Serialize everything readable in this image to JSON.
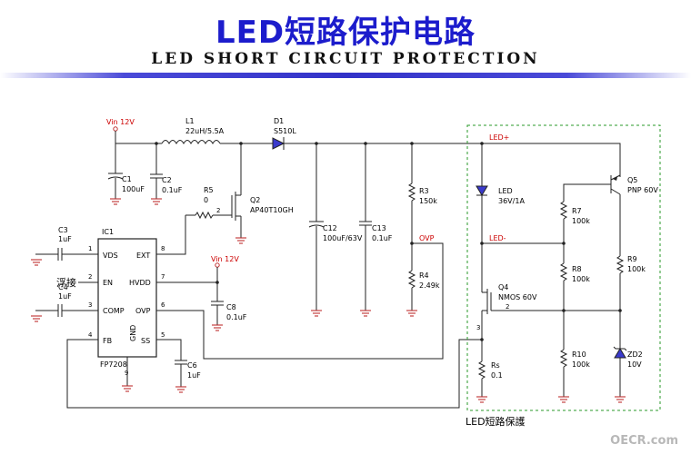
{
  "header": {
    "title_cn": "LED短路保护电路",
    "title_en": "LED SHORT CIRCUIT PROTECTION"
  },
  "schematic": {
    "vin_top": "Vin 12V",
    "vin_mid": "Vin 12V",
    "L1": {
      "ref": "L1",
      "value": "22uH/5.5A"
    },
    "D1": {
      "ref": "D1",
      "value": "S510L"
    },
    "C1": {
      "ref": "C1",
      "value": "100uF"
    },
    "C2": {
      "ref": "C2",
      "value": "0.1uF"
    },
    "R5": {
      "ref": "R5",
      "value": "0"
    },
    "Q2": {
      "ref": "Q2",
      "value": "AP40T10GH"
    },
    "C3": {
      "ref": "C3",
      "value": "1uF"
    },
    "C4": {
      "ref": "C4",
      "value": "1uF"
    },
    "floating": "浮接",
    "IC1": {
      "ref": "IC1",
      "part": "FP7208",
      "pins_left": [
        {
          "num": "1",
          "name": "VDS"
        },
        {
          "num": "2",
          "name": "EN"
        },
        {
          "num": "3",
          "name": "COMP"
        },
        {
          "num": "4",
          "name": "FB"
        }
      ],
      "pins_right": [
        {
          "num": "8",
          "name": "EXT"
        },
        {
          "num": "7",
          "name": "HVDD"
        },
        {
          "num": "6",
          "name": "OVP"
        },
        {
          "num": "5",
          "name": "SS"
        }
      ],
      "gnd_label": "GND",
      "gnd_pin": "9"
    },
    "C8": {
      "ref": "C8",
      "value": "0.1uF"
    },
    "C6": {
      "ref": "C6",
      "value": "1uF"
    },
    "C12": {
      "ref": "C12",
      "value": "100uF/63V"
    },
    "C13": {
      "ref": "C13",
      "value": "0.1uF"
    },
    "R3": {
      "ref": "R3",
      "value": "150k"
    },
    "R4": {
      "ref": "R4",
      "value": "2.49k"
    },
    "ovp_net": "OVP",
    "led_plus": "LED+",
    "led_minus": "LED-",
    "LED": {
      "ref": "LED",
      "value": "36V/1A"
    },
    "Q4": {
      "ref": "Q4",
      "value": "NMOS 60V",
      "pin2": "2",
      "pin3": "3"
    },
    "Rs": {
      "ref": "Rs",
      "value": "0.1"
    },
    "R7": {
      "ref": "R7",
      "value": "100k"
    },
    "R8": {
      "ref": "R8",
      "value": "100k"
    },
    "R10": {
      "ref": "R10",
      "value": "100k"
    },
    "Q5": {
      "ref": "Q5",
      "value": "PNP 60V"
    },
    "R9": {
      "ref": "R9",
      "value": "100k"
    },
    "ZD2": {
      "ref": "ZD2",
      "value": "10V"
    },
    "pin1": "1",
    "pin2": "2",
    "pin3": "3",
    "protection_caption": "LED短路保護"
  },
  "watermark": "OECR.com",
  "colors": {
    "title": "#1c1ccc",
    "net_label": "#cc0000",
    "ground": "#c03030",
    "dashed_box": "#2a9a2a"
  }
}
